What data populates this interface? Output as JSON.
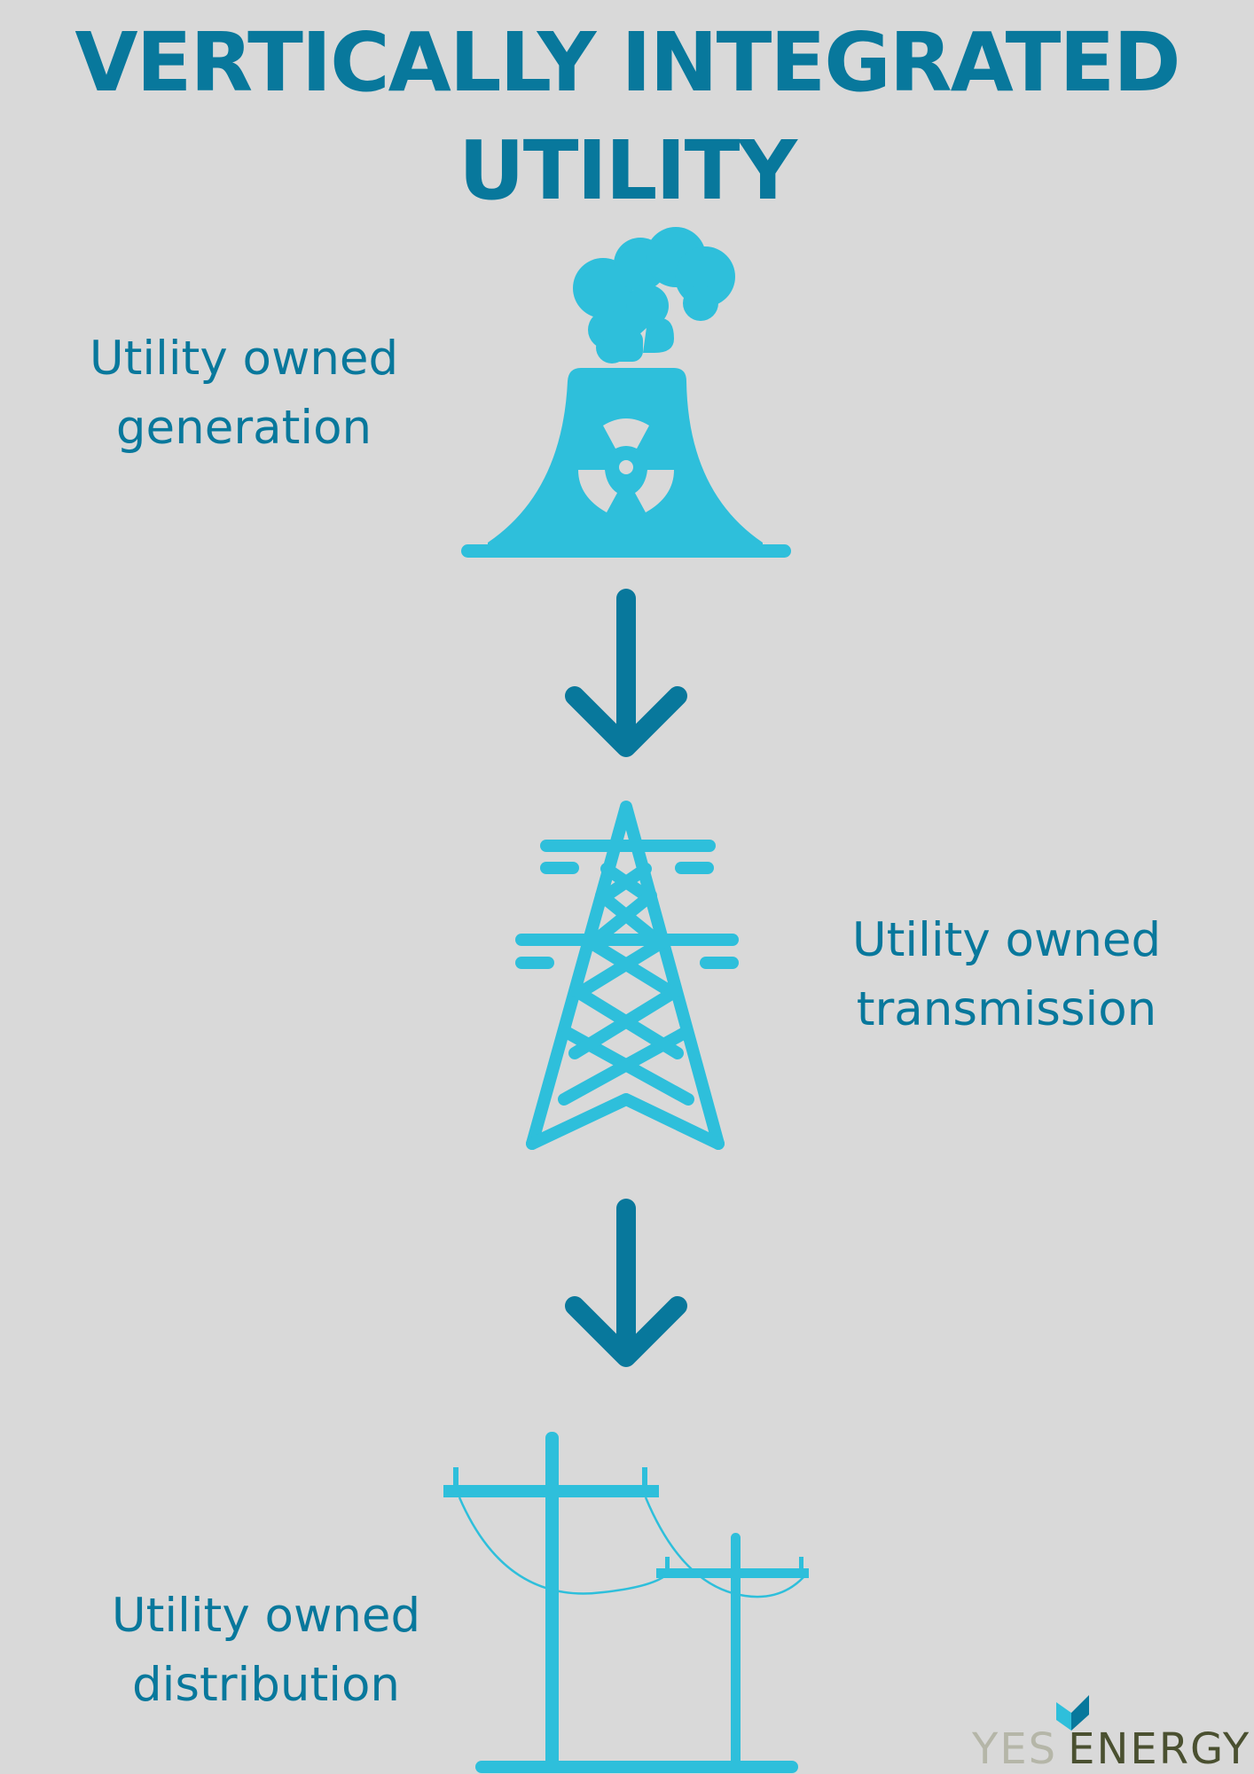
{
  "title": {
    "line1": "VERTICALLY INTEGRATED",
    "line2": "UTILITY"
  },
  "steps": [
    {
      "line1": "Utility owned",
      "line2": "generation"
    },
    {
      "line1": "Utility owned",
      "line2": "transmission"
    },
    {
      "line1": "Utility owned",
      "line2": "distribution"
    }
  ],
  "logo": {
    "word1": "YES",
    "word2": "ENERGY"
  },
  "colors": {
    "background": "#d9d9d9",
    "title_text": "#08789c",
    "icon": "#2ebfdb",
    "arrow": "#08789c",
    "logo_yes": "#b5b6a8",
    "logo_energy": "#4a5030"
  },
  "icons": [
    "nuclear-power-plant-icon",
    "arrow-down-icon",
    "transmission-tower-icon",
    "arrow-down-icon",
    "utility-pole-icon"
  ]
}
